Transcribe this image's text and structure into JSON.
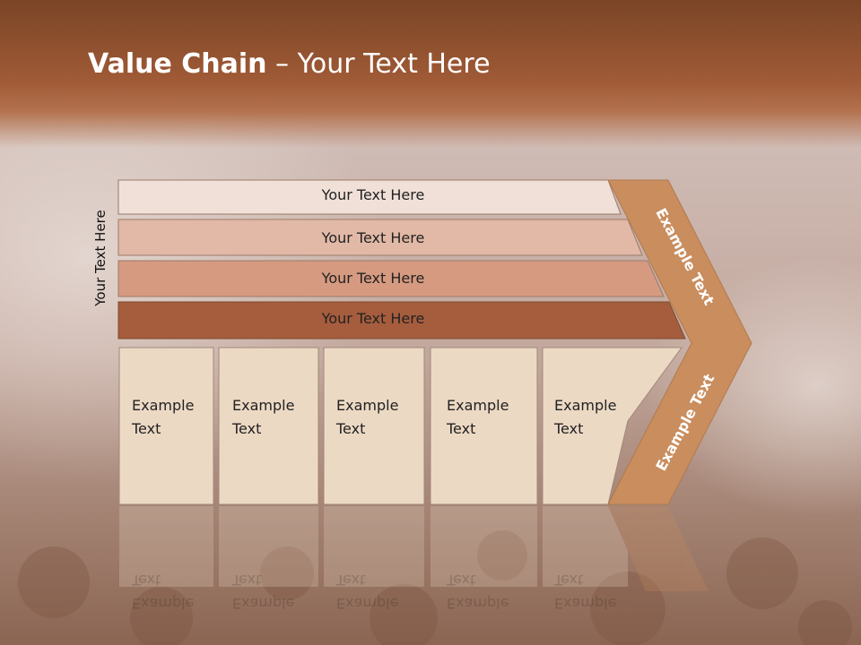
{
  "slide": {
    "title_bold": "Value Chain",
    "title_rest": " – Your Text Here",
    "side_label": "Your Text Here"
  },
  "rows": [
    {
      "label": "Your Text Here",
      "color": "#f0e0d8"
    },
    {
      "label": "Your Text Here",
      "color": "#e2b9a6"
    },
    {
      "label": "Your Text Here",
      "color": "#d59a80"
    },
    {
      "label": "Your Text Here",
      "color": "#a65d3d"
    }
  ],
  "cells": [
    {
      "line1": "Example",
      "line2": "Text"
    },
    {
      "line1": "Example",
      "line2": "Text"
    },
    {
      "line1": "Example",
      "line2": "Text"
    },
    {
      "line1": "Example",
      "line2": "Text"
    },
    {
      "line1": "Example",
      "line2": "Text"
    }
  ],
  "arrow": {
    "upper_text": "Example Text",
    "lower_text": "Example Text",
    "color": "#c98d5e"
  },
  "colors": {
    "cell_fill": "#ecd9c4",
    "title_bar": "#8b4c2c"
  }
}
